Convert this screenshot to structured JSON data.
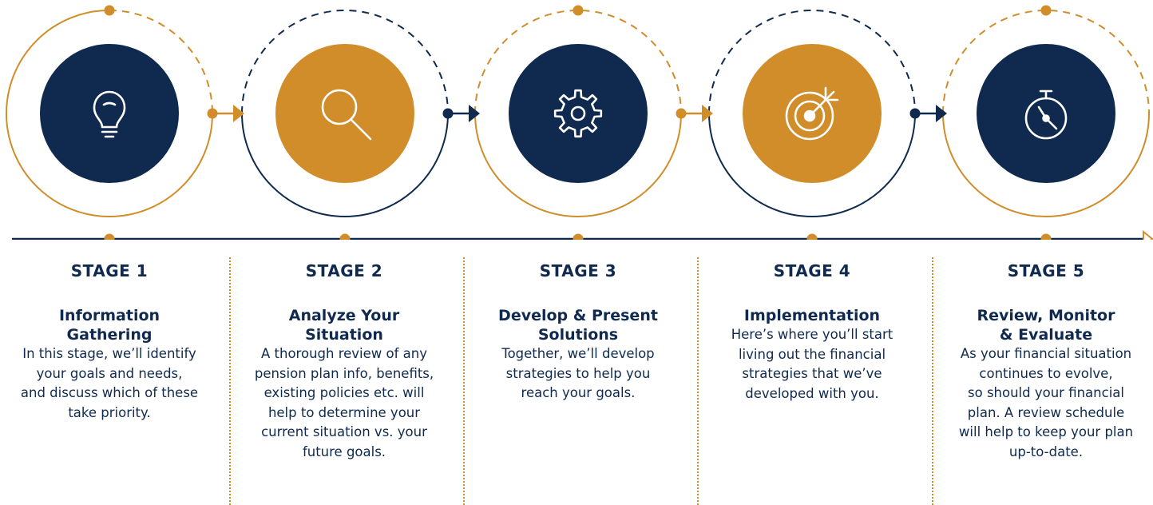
{
  "colors": {
    "navy": "#0f2a4e",
    "gold": "#d08d2a",
    "white": "#ffffff"
  },
  "stages": [
    {
      "label": "STAGE 1",
      "title": "Information\nGathering",
      "description": "In this stage, we’ll identify\nyour goals and needs,\nand discuss which of these\ntake priority.",
      "icon": "lightbulb-icon",
      "fill": "navy"
    },
    {
      "label": "STAGE 2",
      "title": "Analyze Your\nSituation",
      "description": "A thorough review of any\npension plan info, benefits,\nexisting policies etc. will\nhelp to determine your\ncurrent situation vs. your\nfuture goals.",
      "icon": "magnifier-icon",
      "fill": "gold"
    },
    {
      "label": "STAGE 3",
      "title": "Develop & Present\nSolutions",
      "description": "Together, we’ll develop\nstrategies to help you\nreach your goals.",
      "icon": "gear-icon",
      "fill": "navy"
    },
    {
      "label": "STAGE 4",
      "title": "Implementation",
      "description": "Here’s where you’ll start\nliving out the financial\nstrategies that we’ve\ndeveloped with you.",
      "icon": "target-icon",
      "fill": "gold"
    },
    {
      "label": "STAGE 5",
      "title": "Review, Monitor\n& Evaluate",
      "description": "As your financial situation\ncontinues to evolve,\nso should your financial\nplan. A review schedule\nwill help to keep your plan\nup-to-date.",
      "icon": "stopwatch-icon",
      "fill": "navy"
    }
  ]
}
